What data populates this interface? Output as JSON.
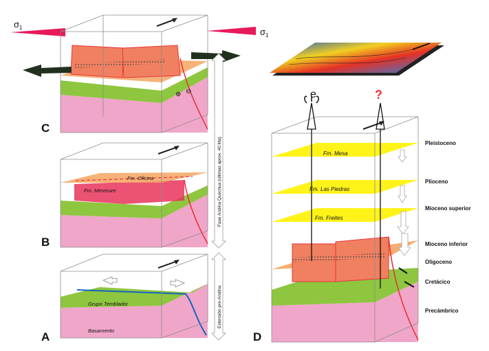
{
  "stress_labels": {
    "left": "σ",
    "left_sub": "1",
    "right": "σ",
    "right_sub": "1"
  },
  "blocks": {
    "c": {
      "letter": "C"
    },
    "b": {
      "letter": "B",
      "fm_oficina": "Fm. Oficina",
      "fm_merecure": "Fm. Merecure"
    },
    "a": {
      "letter": "A",
      "grupo": "Grupo Temblador",
      "basamento": "Basamento"
    },
    "d": {
      "letter": "D",
      "fm_mesa": "Fm. Mesa",
      "fm_las_piedras": "Fm. Las Piedras",
      "fm_freites": "Fm. Freites"
    }
  },
  "time_arrows": {
    "upper": "Fase Andina Quechua (últimas aprox. 40 Ma)",
    "lower": "Extensión pre-Andina"
  },
  "wells": {
    "producer_label": "e",
    "prospect_label": "?"
  },
  "ages": [
    "Pleistoceno",
    "Plioceno",
    "Mioceno superior",
    "Mioceno inferior",
    "Oligoceno",
    "Cretácico",
    "Precámbrico"
  ],
  "colors": {
    "basement": "#f0a6c8",
    "green": "#8ec63f",
    "orange": "#f4a460",
    "red": "#e8343a",
    "yellow": "#fff200",
    "sigma": "#e8195a",
    "dark_arrow": "#22311f"
  }
}
